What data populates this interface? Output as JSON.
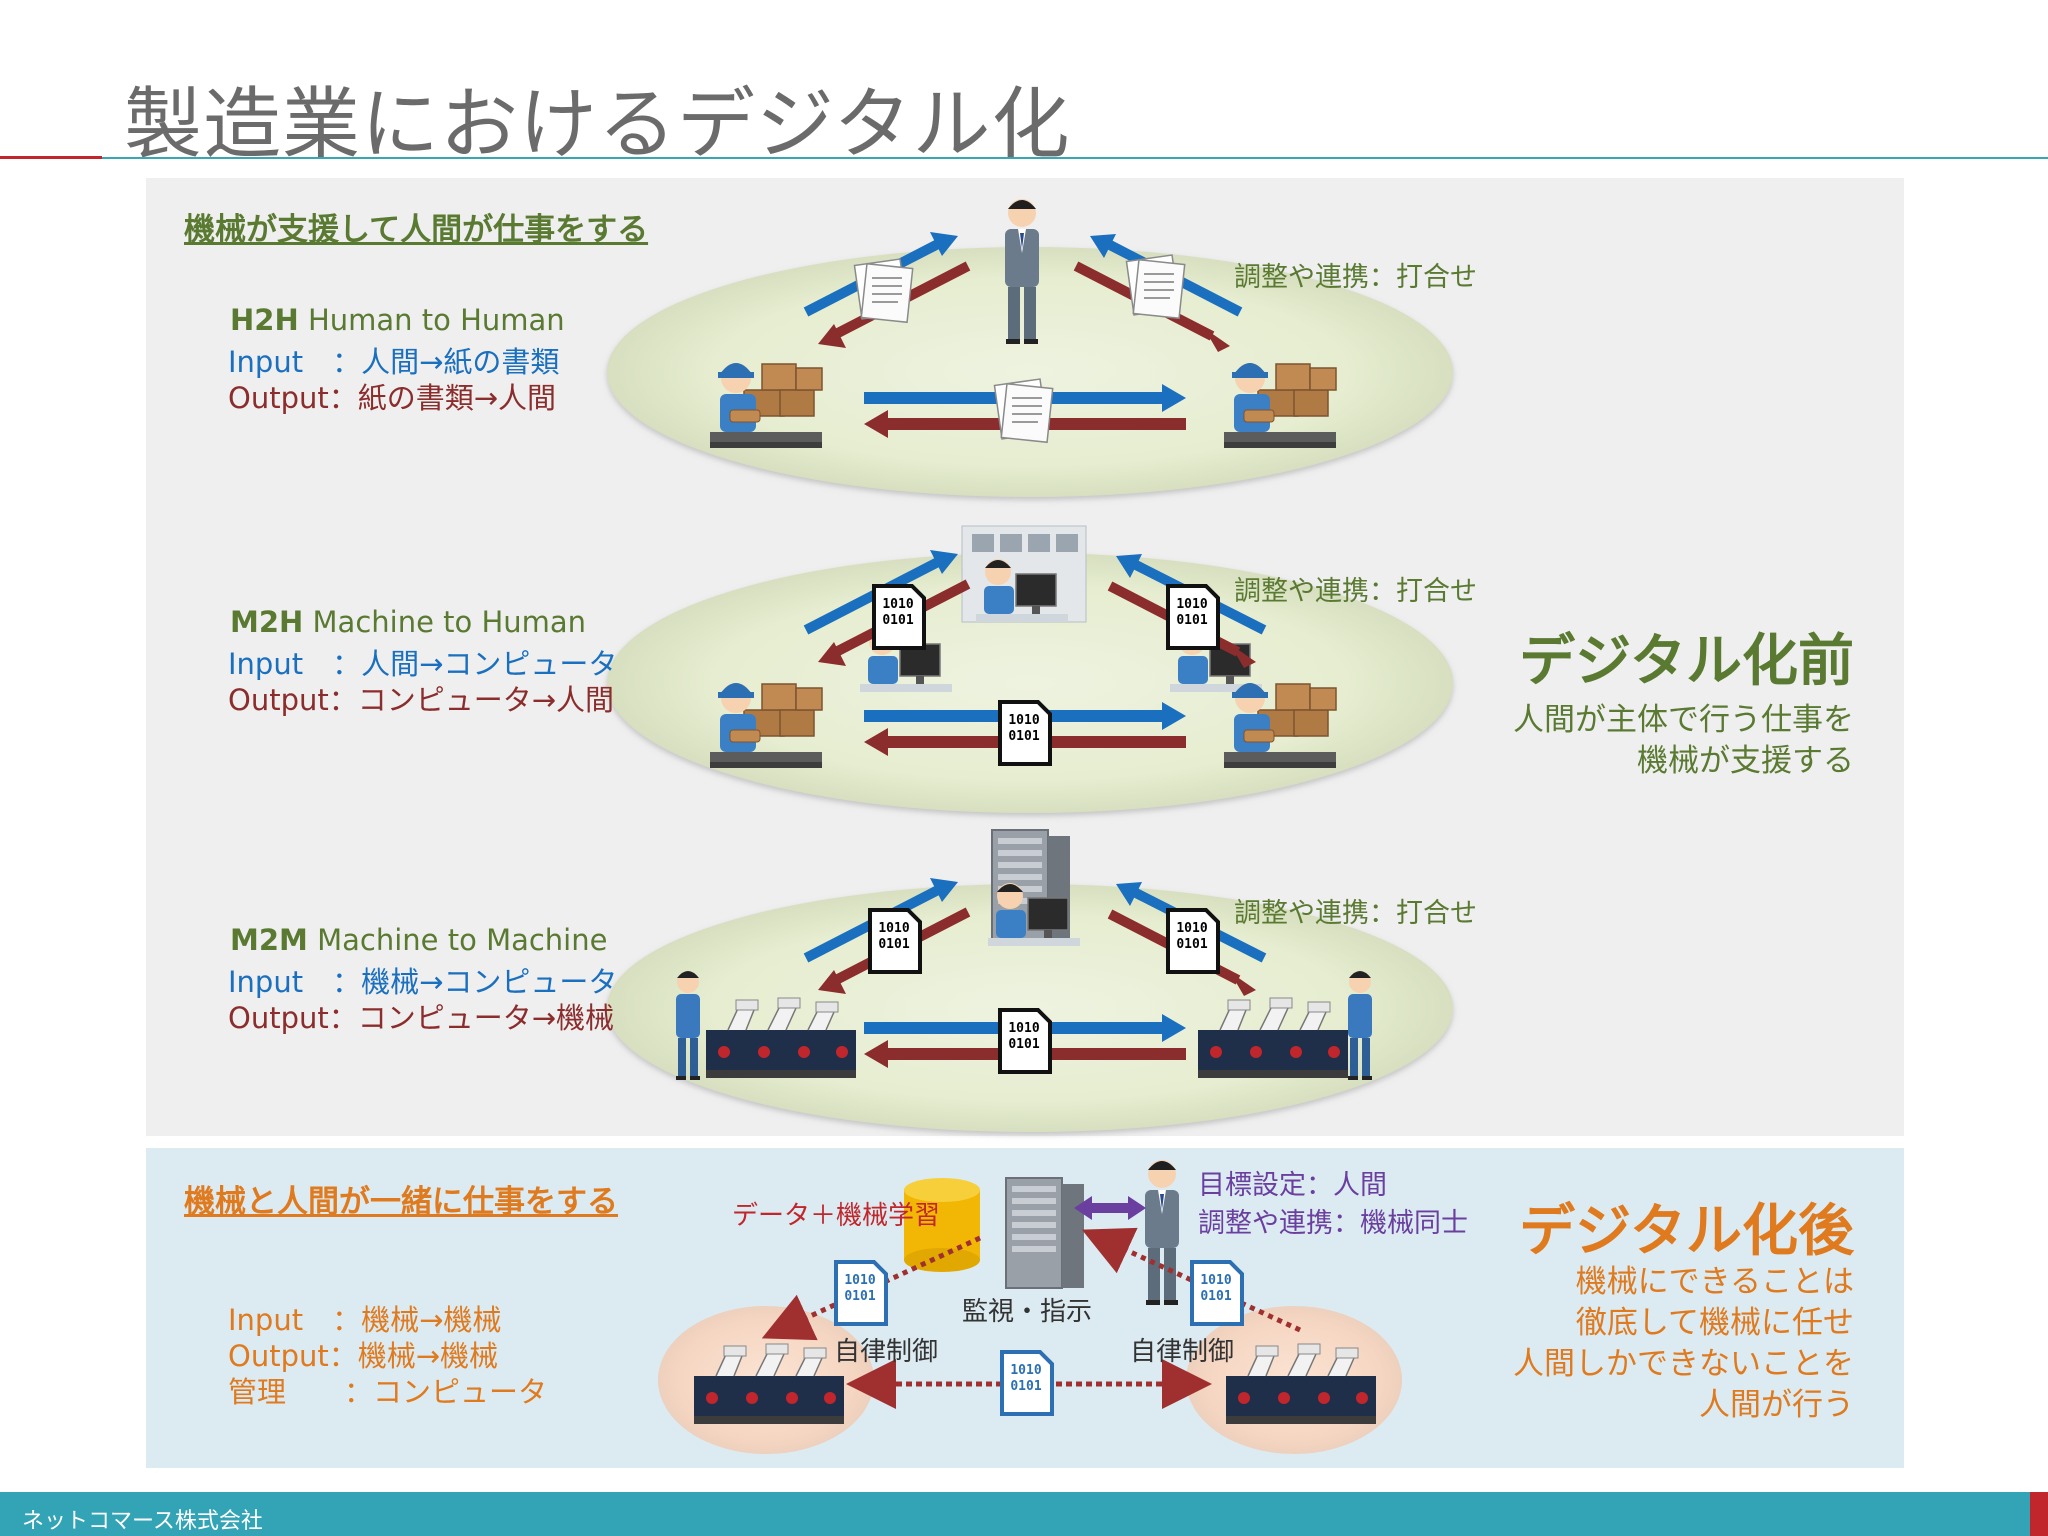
{
  "title": "製造業におけるデジタル化",
  "footer": {
    "company": "ネットコマース株式会社"
  },
  "colors": {
    "green": "#5a7a32",
    "blue": "#1a6fbf",
    "darkred": "#8b2d2d",
    "orange": "#e07a1e",
    "purple": "#6b3fa0",
    "teal": "#33a4b5",
    "red": "#c0262c"
  },
  "before": {
    "section": "機械が支援して人間が仕事をする",
    "heading": "デジタル化前",
    "desc_lines": [
      "人間が主体で行う仕事を",
      "機械が支援する"
    ],
    "rows": [
      {
        "code": "H2H",
        "name": "Human to Human",
        "input": "Input　：人間→紙の書類",
        "output": "Output：紙の書類→人間",
        "coord": "調整や連携：打合せ"
      },
      {
        "code": "M2H",
        "name": "Machine to Human",
        "input": "Input　：人間→コンピュータ",
        "output": "Output：コンピュータ→人間",
        "coord": "調整や連携：打合せ"
      },
      {
        "code": "M2M",
        "name": "Machine to Machine",
        "input": "Input　：機械→コンピュータ",
        "output": "Output：コンピュータ→機械",
        "coord": "調整や連携：打合せ"
      }
    ]
  },
  "after": {
    "section": "機械と人間が一緒に仕事をする",
    "heading": "デジタル化後",
    "desc_lines": [
      "機械にできることは",
      "徹底して機械に任せ",
      "人間しかできないことを",
      "人間が行う"
    ],
    "input": "Input　：機械→機械",
    "output": "Output：機械→機械",
    "manage": "管理　　：コンピュータ",
    "data_label": "データ＋機械学習",
    "goal": "目標設定：人間",
    "coord": "調整や連携：機械同士",
    "monitor": "監視・指示",
    "auto_left": "自律制御",
    "auto_right": "自律制御"
  },
  "binary": {
    "line1": "1010",
    "line2": "0101"
  },
  "icons": [
    "worker-icon",
    "paper-document-icon",
    "binary-document-icon",
    "computer-operator-icon",
    "server-rack-icon",
    "robot-arm-icon",
    "database-icon",
    "manager-icon"
  ]
}
